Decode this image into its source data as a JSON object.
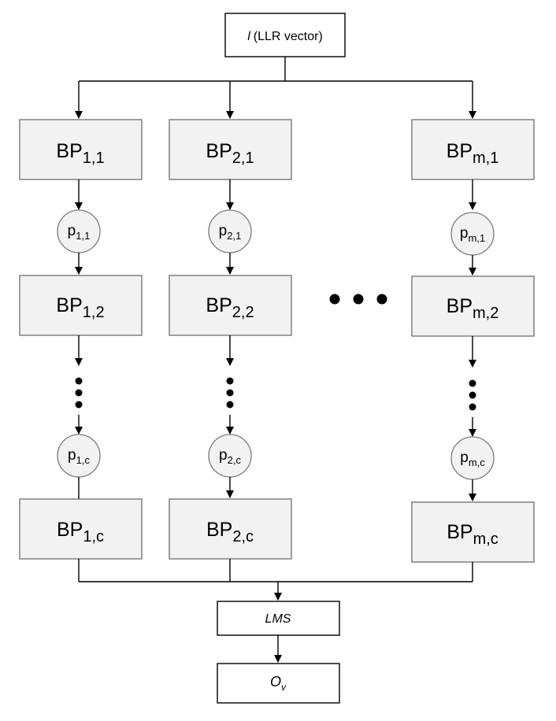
{
  "input_box": {
    "symbol": "l",
    "label": "(LLR vector)"
  },
  "columns": [
    {
      "bp": [
        {
          "main": "BP",
          "sub": "1,1"
        },
        {
          "main": "BP",
          "sub": "1,2"
        },
        {
          "main": "BP",
          "sub": "1,c"
        }
      ],
      "p": [
        {
          "main": "p",
          "sub": "1,1"
        },
        {
          "main": "p",
          "sub": "1,c"
        }
      ]
    },
    {
      "bp": [
        {
          "main": "BP",
          "sub": "2,1"
        },
        {
          "main": "BP",
          "sub": "2,2"
        },
        {
          "main": "BP",
          "sub": "2,c"
        }
      ],
      "p": [
        {
          "main": "p",
          "sub": "2,1"
        },
        {
          "main": "p",
          "sub": "2,c"
        }
      ]
    },
    {
      "bp": [
        {
          "main": "BP",
          "sub": "m,1"
        },
        {
          "main": "BP",
          "sub": "m,2"
        },
        {
          "main": "BP",
          "sub": "m,c"
        }
      ],
      "p": [
        {
          "main": "p",
          "sub": "m,1"
        },
        {
          "main": "p",
          "sub": "m,c"
        }
      ]
    }
  ],
  "lms_box": {
    "label": "LMS"
  },
  "output_box": {
    "main": "O",
    "sub": "v"
  }
}
